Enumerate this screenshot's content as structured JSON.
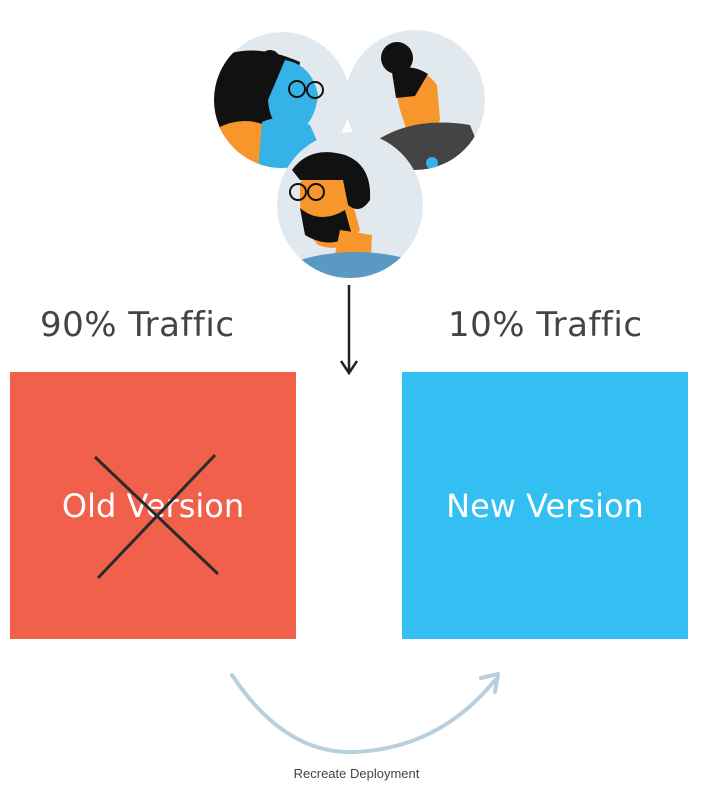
{
  "diagram": {
    "left_traffic_label": "90% Traffic",
    "right_traffic_label": "10% Traffic",
    "old_box_label": "Old Version",
    "new_box_label": "New Version",
    "caption": "Recreate Deployment"
  },
  "colors": {
    "old_box": "#f0604b",
    "new_box": "#33bff1",
    "cross": "#2b2b2b",
    "curve_arrow": "#b8cfdc",
    "down_arrow": "#222222",
    "avatar_bg": "#e1e8ee",
    "skin": "#f7962a",
    "hair": "#111111",
    "shirt_blue": "#35b3e8"
  },
  "icons": [
    "users-avatar-group-icon",
    "down-arrow-icon",
    "cross-icon",
    "curved-arrow-icon"
  ]
}
